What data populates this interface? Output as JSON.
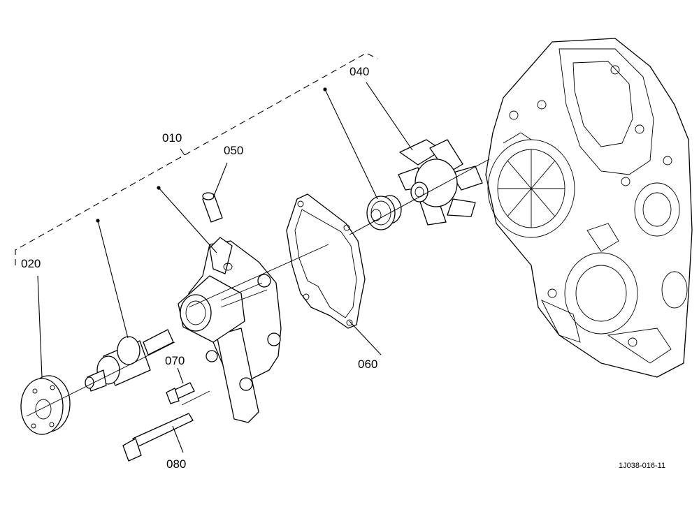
{
  "callouts": {
    "c010": "010",
    "c020": "020",
    "c040": "040",
    "c050": "050",
    "c060": "060",
    "c070": "070",
    "c080": "080"
  },
  "figure_ref": "1J038-016-11"
}
